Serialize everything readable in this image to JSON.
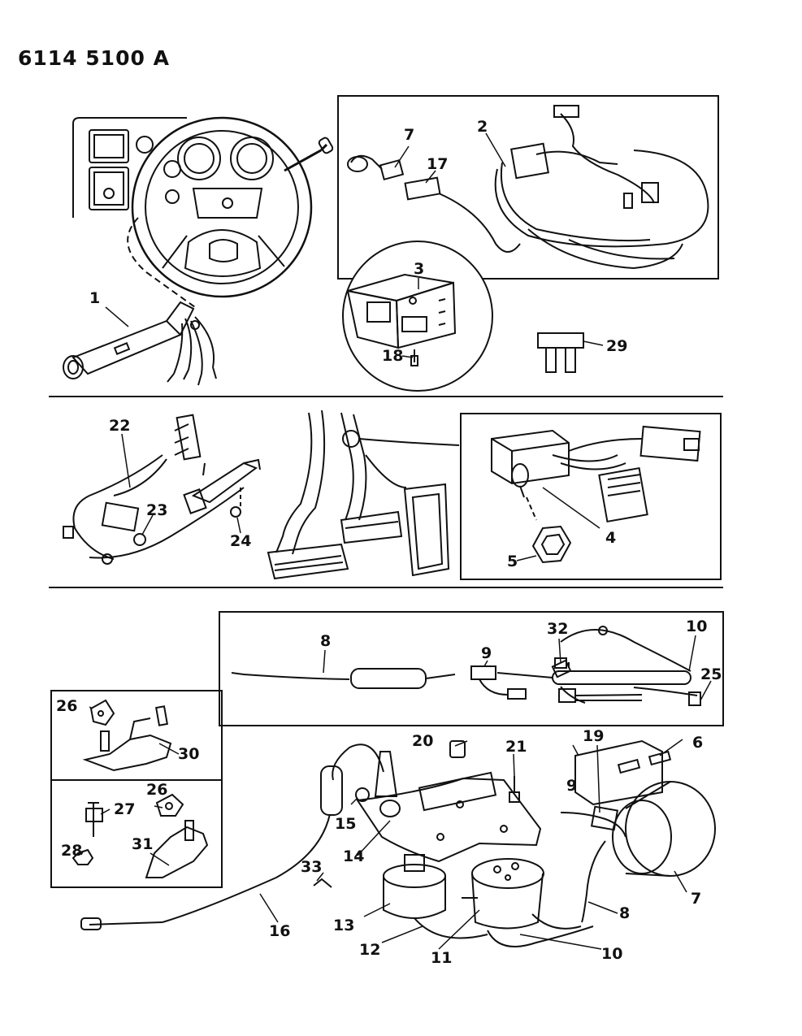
{
  "document_id": "6114 5100 A",
  "callouts": {
    "c1": "1",
    "c2": "2",
    "c3": "3",
    "c4": "4",
    "c5": "5",
    "c6": "6",
    "c7a": "7",
    "c7b": "7",
    "c8a": "8",
    "c8b": "8",
    "c9a": "9",
    "c9b": "9",
    "c10a": "10",
    "c10b": "10",
    "c11": "11",
    "c12": "12",
    "c13": "13",
    "c14": "14",
    "c15": "15",
    "c16": "16",
    "c17": "17",
    "c18": "18",
    "c19": "19",
    "c20": "20",
    "c21": "21",
    "c22": "22",
    "c23": "23",
    "c24": "24",
    "c25": "25",
    "c26a": "26",
    "c26b": "26",
    "c27": "27",
    "c28": "28",
    "c29": "29",
    "c30": "30",
    "c31": "31",
    "c32": "32",
    "c33": "33"
  }
}
